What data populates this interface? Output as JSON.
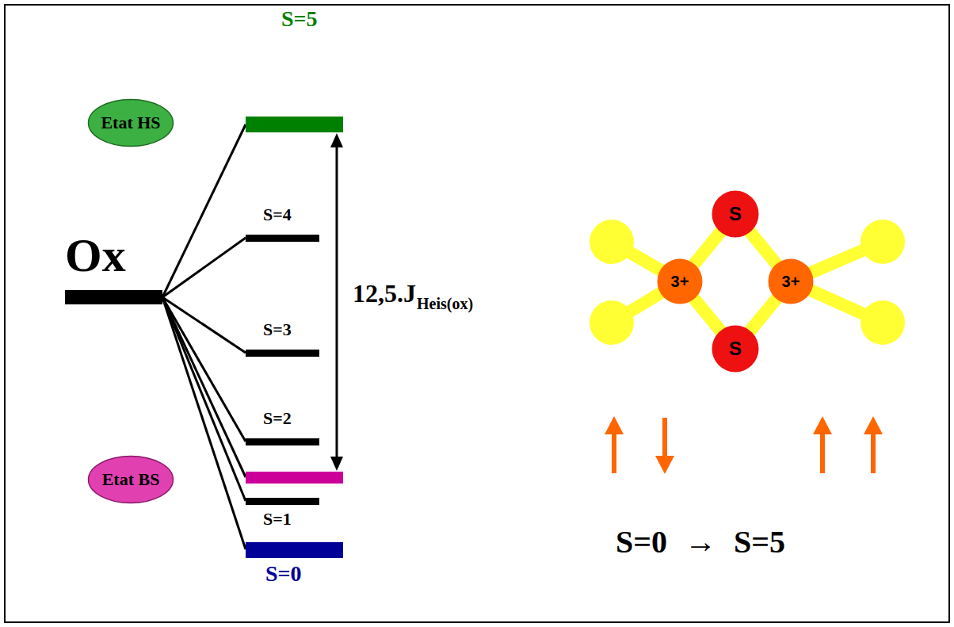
{
  "diagram": {
    "nodes": [
      {
        "text": [
          "Etat HS"
        ]
      },
      {
        "text": [
          "S"
        ]
      },
      {
        "text": [
          "3+"
        ]
      },
      {
        "text": [
          "3+"
        ]
      },
      {
        "text": [
          "S"
        ]
      },
      {
        "text": [
          "Etat BS"
        ]
      }
    ],
    "edges": [
      {
        "from": 1,
        "to": 2,
        "arrow": "none"
      },
      {
        "from": 1,
        "to": 3,
        "arrow": "none"
      },
      {
        "from": 4,
        "to": 2,
        "arrow": "none"
      },
      {
        "from": 4,
        "to": 3,
        "arrow": "none"
      }
    ],
    "labels": [
      "S=5",
      "S=4",
      "Ox",
      "S=3",
      "12,5.J",
      "Heis(ox)",
      "S=2",
      "S=1",
      "S=0",
      "S=0 → S=5"
    ]
  }
}
